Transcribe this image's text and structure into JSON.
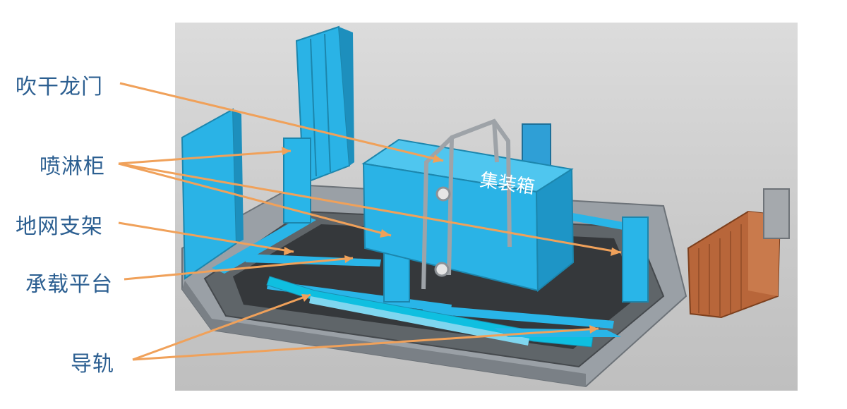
{
  "labels": {
    "drying_gantry": "吹干龙门",
    "spray_cabinet": "喷淋柜",
    "ground_frame": "地网支架",
    "load_platform": "承载平台",
    "guide_rail": "导轨"
  },
  "container_label": "集装箱",
  "colors": {
    "label_text": "#2c5f91",
    "leader_line": "#f0a15a",
    "equipment_cyan": "#29b5e8",
    "frame_gray": "#8c9196",
    "orange_cage": "#b8663a"
  }
}
